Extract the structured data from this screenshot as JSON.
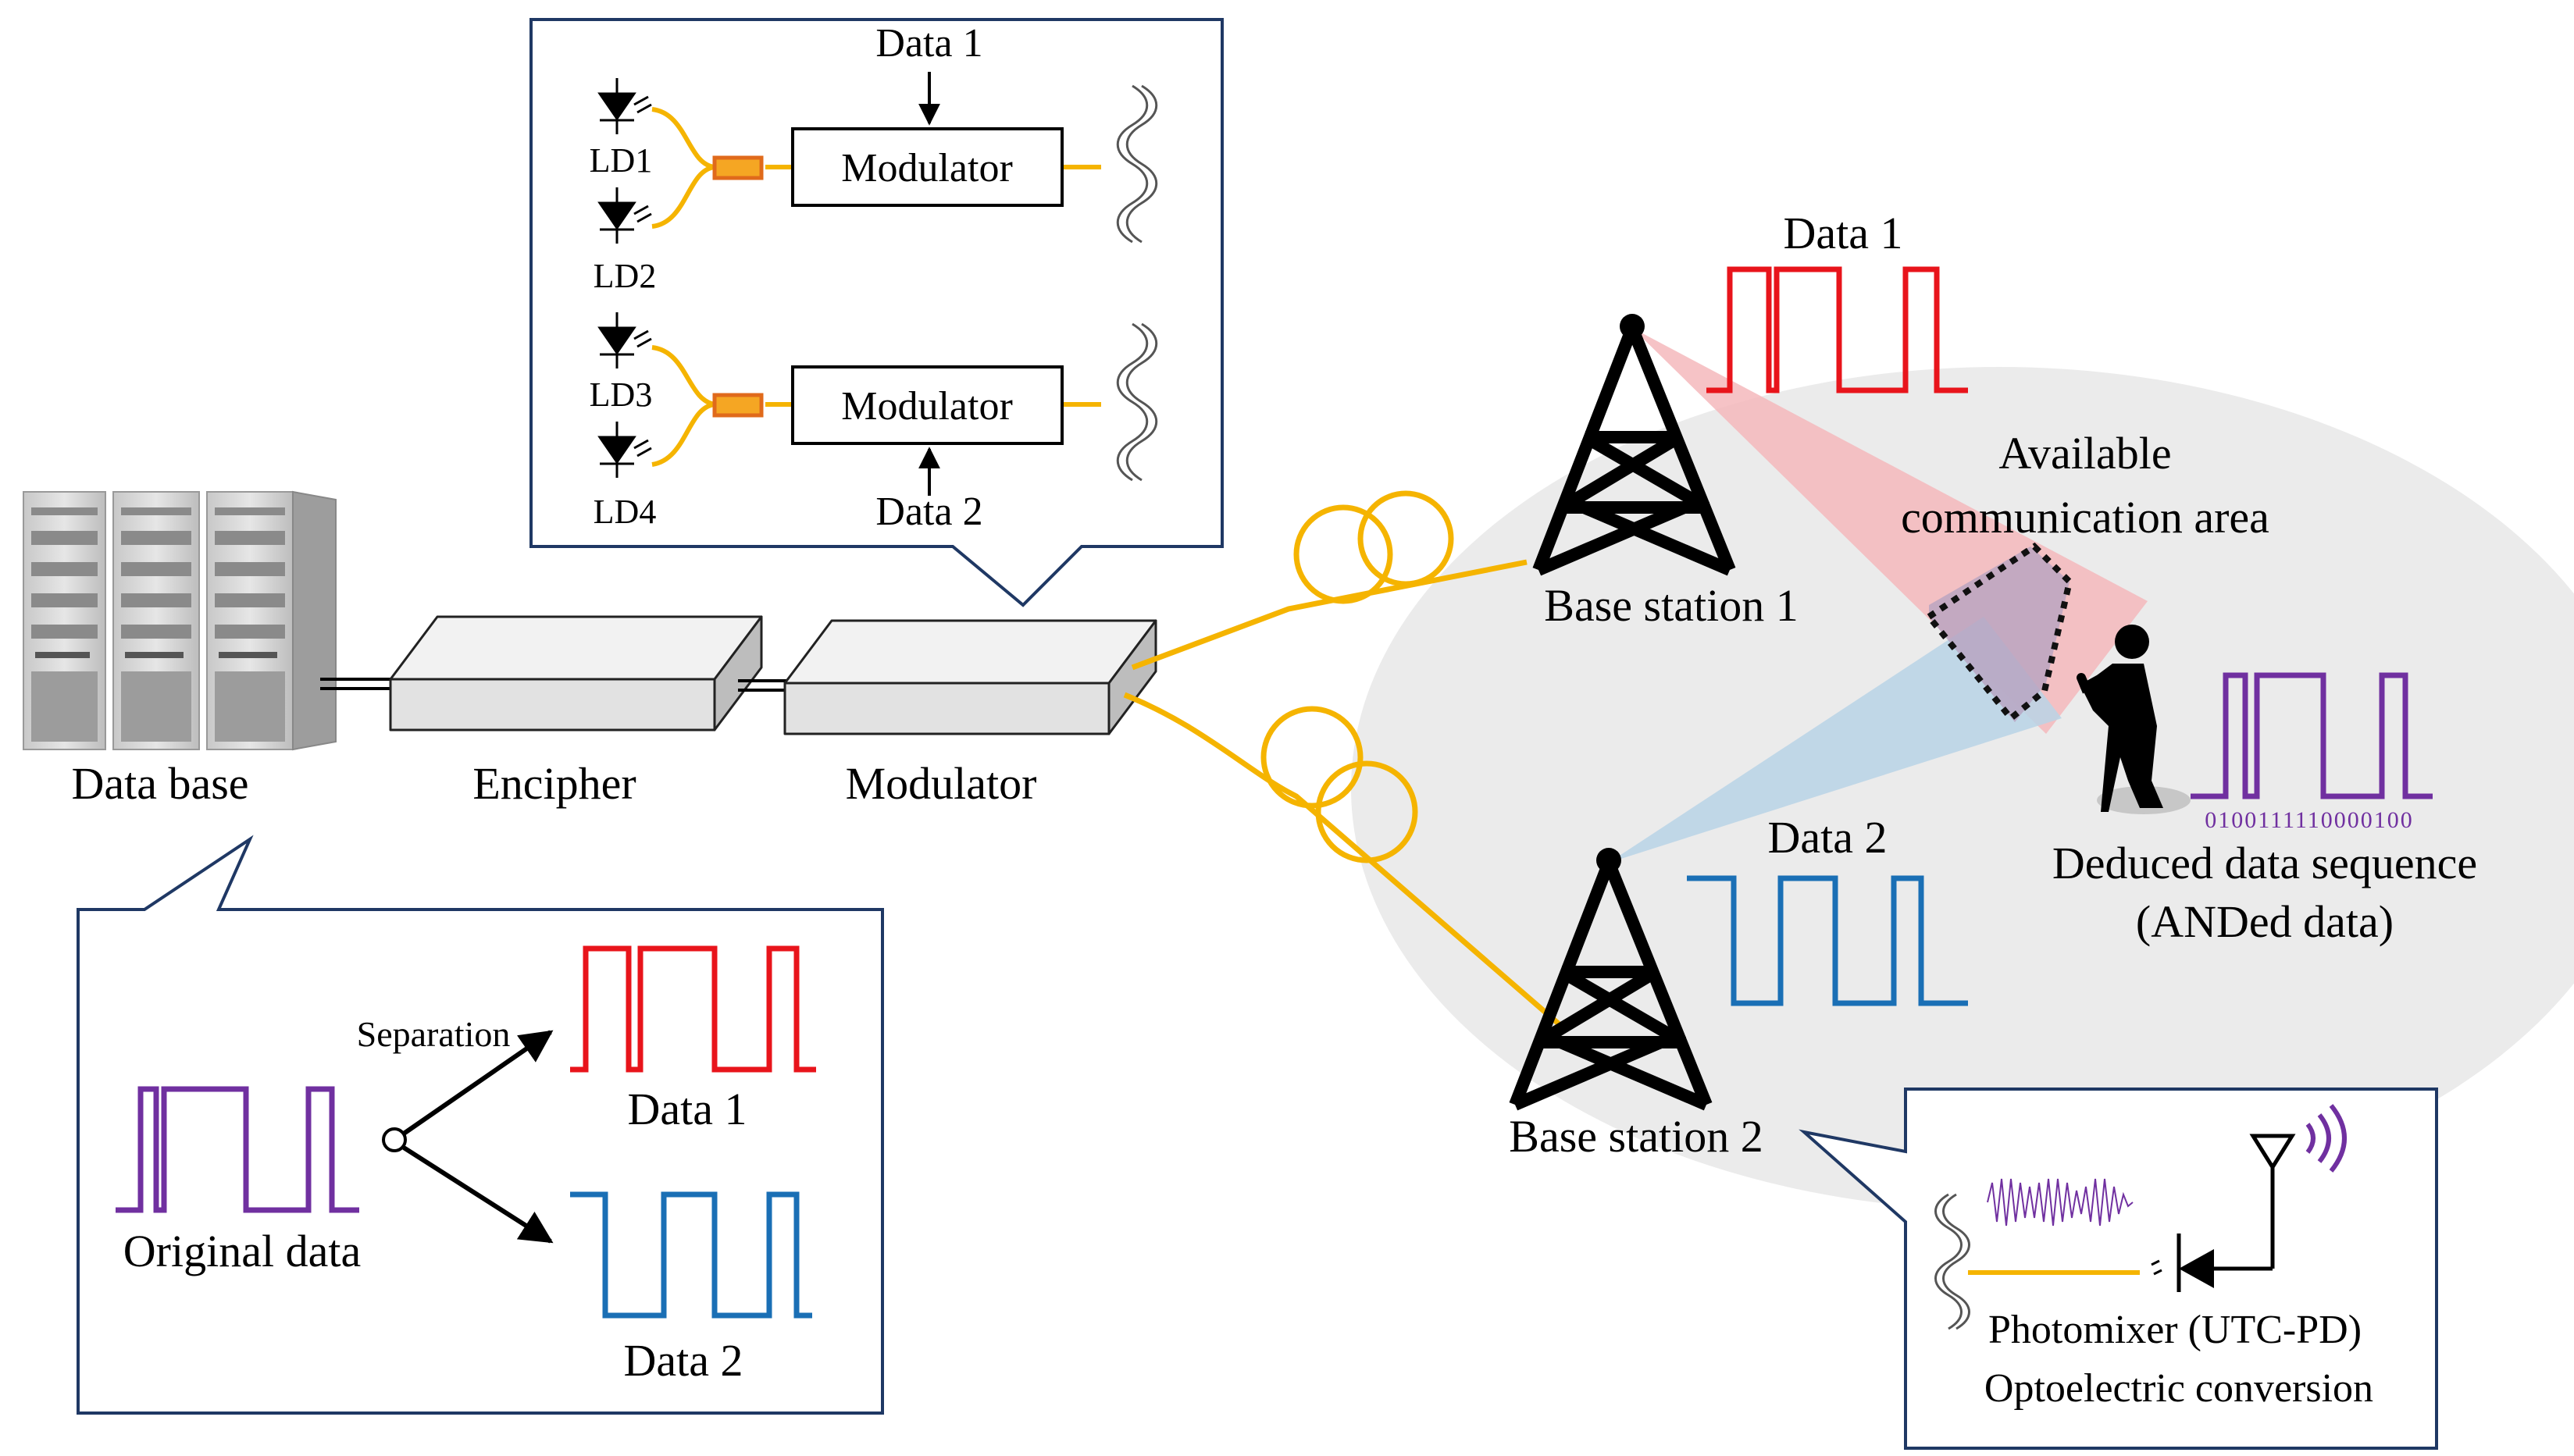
{
  "labels": {
    "data_base": "Data base",
    "encipher": "Encipher",
    "modulator": "Modulator",
    "modulator_block_1": "Modulator",
    "modulator_block_2": "Modulator",
    "data1_top": "Data 1",
    "data2_top": "Data 2",
    "ld1": "LD1",
    "ld2": "LD2",
    "ld3": "LD3",
    "ld4": "LD4",
    "separation": "Separation",
    "data1_sep": "Data 1",
    "data2_sep": "Data 2",
    "original_data": "Original data",
    "base_station_1": "Base station 1",
    "base_station_2": "Base station 2",
    "data1_bs": "Data 1",
    "data2_bs": "Data 2",
    "available_line1": "Available",
    "available_line2": "communication area",
    "deduced_line1": "Deduced data sequence",
    "deduced_line2": "(ANDed data)",
    "bit_sequence": "0100111110000100",
    "photomixer": "Photomixer (UTC-PD)",
    "optoelectric": "Optoelectric conversion"
  },
  "colors": {
    "data1": "#e8141b",
    "data2": "#1a6fb5",
    "original": "#7030a0",
    "fiber": "#f5b400",
    "coupler_fill": "#f5a623",
    "coupler_border": "#e06a1b",
    "area_gray": "#ebebeb",
    "beam_red": "#f4b8bc",
    "beam_blue": "#b8d4e6",
    "callout_border": "#1f3864"
  },
  "icons": [
    "server-rack-icon",
    "laser-diode-icon",
    "fiber-coil-icon",
    "antenna-tower-icon",
    "person-icon",
    "photodiode-icon",
    "antenna-icon",
    "radio-wave-icon"
  ]
}
